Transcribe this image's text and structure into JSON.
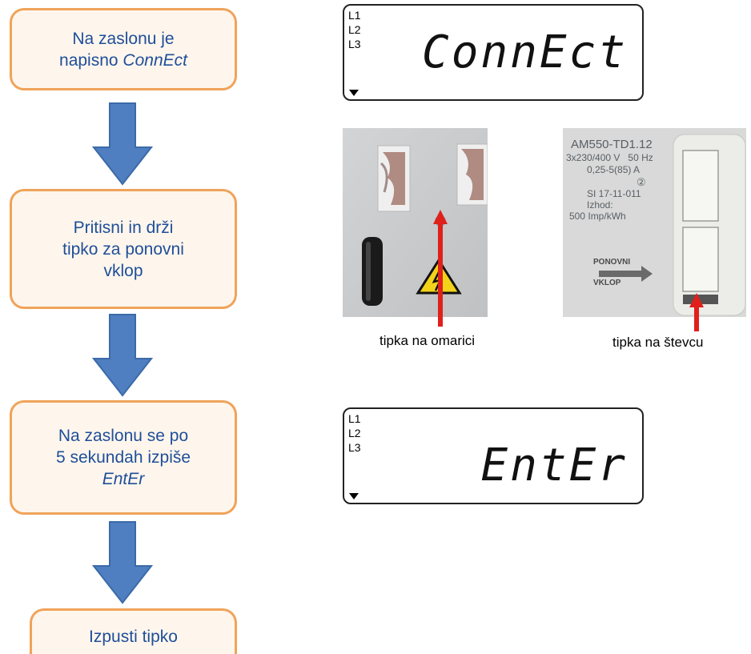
{
  "steps": [
    {
      "line1": "Na zaslonu je",
      "line2_prefix": "napisno ",
      "line2_em": "ConnEct"
    },
    {
      "line1": "Pritisni in drži",
      "line2": "tipko za ponovni",
      "line3": "vklop"
    },
    {
      "line1": "Na zaslonu se po",
      "line2": "5 sekundah izpiše",
      "line3_em": "EntEr"
    },
    {
      "line1": "Izpusti tipko"
    }
  ],
  "displays": {
    "connect": {
      "phase_labels": [
        "L1",
        "L2",
        "L3"
      ],
      "text": "ConnEct"
    },
    "enter": {
      "phase_labels": [
        "L1",
        "L2",
        "L3"
      ],
      "text": "EntEr"
    }
  },
  "meter_label": {
    "model": "AM550-TD1.12",
    "rating": "3x230/400 V   50 Hz",
    "current": "0,25-5(85) A",
    "class_mark": "②",
    "approval": "SI 17-11-011",
    "output_label": "Izhod:",
    "output_value": "500 Imp/kWh",
    "button_label_1": "PONOVNI",
    "button_label_2": "VKLOP"
  },
  "captions": {
    "cabinet": "tipka na omarici",
    "meter": "tipka na števcu"
  },
  "colors": {
    "box_border": "#f0a35a",
    "box_fill": "#fef6ec",
    "box_text": "#1f4e9a",
    "flow_arrow": "#4f7fc0",
    "pointer_arrow": "#e0201a"
  }
}
